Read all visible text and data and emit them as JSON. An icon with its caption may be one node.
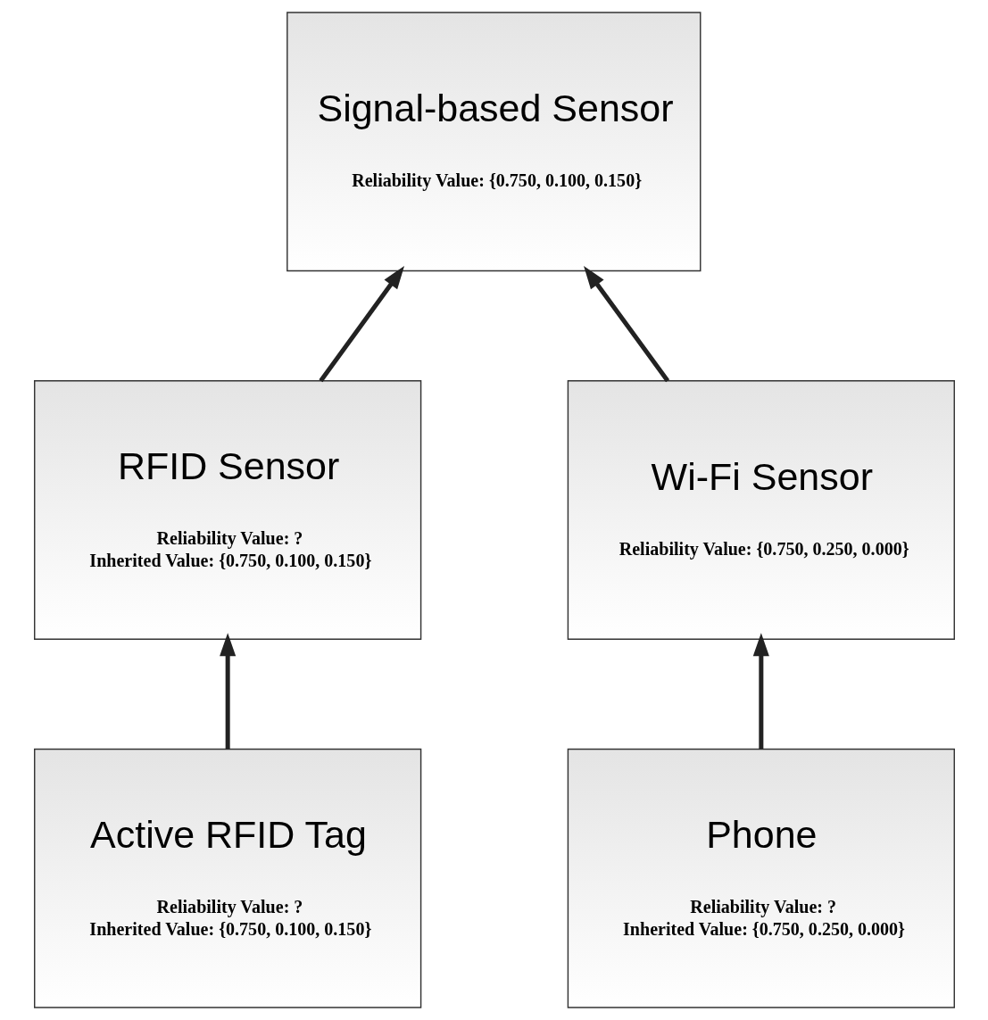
{
  "diagram": {
    "nodes": [
      {
        "text": [
          "Signal-based Sensor",
          "Reliability Value: {0.750, 0.100, 0.150}"
        ]
      },
      {
        "text": [
          "RFID Sensor",
          "Reliability Value: ?",
          "Inherited Value: {0.750, 0.100, 0.150}"
        ]
      },
      {
        "text": [
          "Wi-Fi Sensor",
          "Reliability Value: {0.750, 0.250, 0.000}"
        ]
      },
      {
        "text": [
          "Active RFID Tag",
          "Reliability Value: ?",
          "Inherited Value: {0.750, 0.100, 0.150}"
        ]
      },
      {
        "text": [
          "Phone",
          "Reliability Value: ?",
          "Inherited Value: {0.750, 0.250, 0.000}"
        ]
      }
    ],
    "edges": [
      {
        "from": 1,
        "to": 0,
        "arrow": "to"
      },
      {
        "from": 2,
        "to": 0,
        "arrow": "to"
      },
      {
        "from": 3,
        "to": 1,
        "arrow": "to"
      },
      {
        "from": 4,
        "to": 2,
        "arrow": "to"
      }
    ]
  }
}
